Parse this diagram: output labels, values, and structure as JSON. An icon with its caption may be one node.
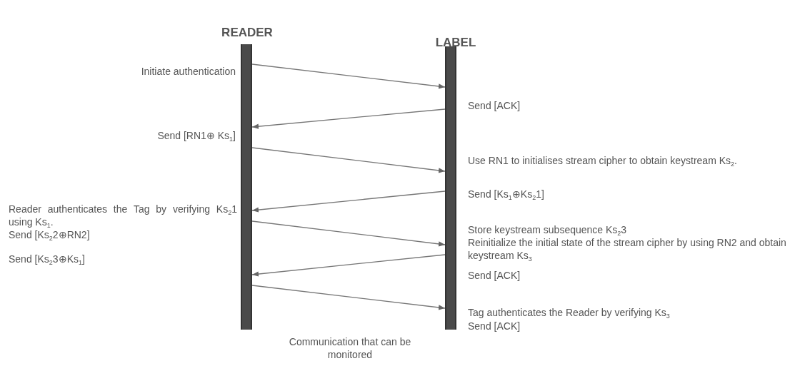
{
  "diagram": {
    "caption": "Communication that can be monitored",
    "nodes": [
      {
        "text": [],
        "shape": "bar",
        "beside": [
          "Initiate authentication",
          "Send [RN1⊕ Ks$_{1}$]",
          "Reader authenticates the Tag by verifying Ks$_{2}$1 using Ks$_{1}$.",
          "Send [Ks$_{2}$2⊕RN2]",
          "Send [Ks$_{2}$3⊕Ks$_{1}$]"
        ]
      },
      {
        "text": [],
        "shape": "bar",
        "beside": [
          "Send [ACK]",
          "Use RN1 to initialises stream cipher to obtain keystream Ks$_{2}$.",
          "Send [Ks$_{1}$⊕Ks$_{2}$1]",
          "Store keystream subsequence Ks$_{2}$3",
          "Reinitialize the initial state of the stream cipher by using RN2 and obtain keystream Ks$_{3}$",
          "Send [ACK]",
          "Tag authenticates the Reader by verifying Ks$_{3}$",
          "Send [ACK]"
        ]
      }
    ],
    "edges": [
      {
        "from": 0,
        "to": 1,
        "arrow": "to"
      },
      {
        "from": 1,
        "to": 0,
        "arrow": "to"
      },
      {
        "from": 0,
        "to": 1,
        "arrow": "to"
      },
      {
        "from": 1,
        "to": 0,
        "arrow": "to"
      },
      {
        "from": 0,
        "to": 1,
        "arrow": "to"
      },
      {
        "from": 1,
        "to": 0,
        "arrow": "to"
      },
      {
        "from": 0,
        "to": 1,
        "arrow": "to"
      }
    ],
    "labels": [
      "READER",
      "LABEL"
    ]
  }
}
